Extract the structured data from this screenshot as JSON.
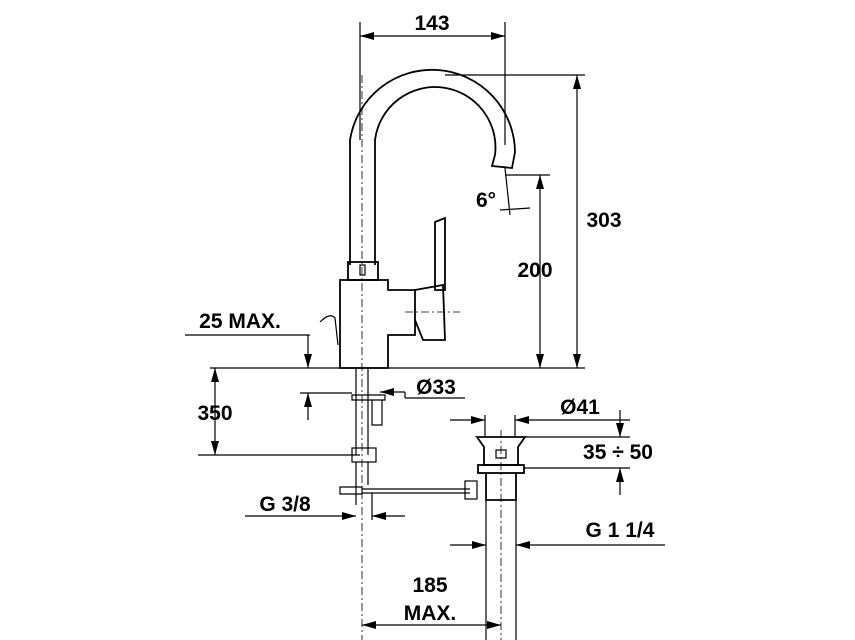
{
  "title": "Faucet dimension drawing",
  "dimensions": {
    "spout_reach": "143",
    "total_height": "303",
    "spout_height": "200",
    "spout_angle": "6°",
    "max_counter_thickness": "25 MAX.",
    "hose_length": "350",
    "mount_hole": "Ø33",
    "drain_diameter": "Ø41",
    "drain_range": "35 ÷ 50",
    "inlet_thread": "G 3/8",
    "drain_thread": "G 1 1/4",
    "drain_reach_line1": "185",
    "drain_reach_line2": "MAX."
  }
}
